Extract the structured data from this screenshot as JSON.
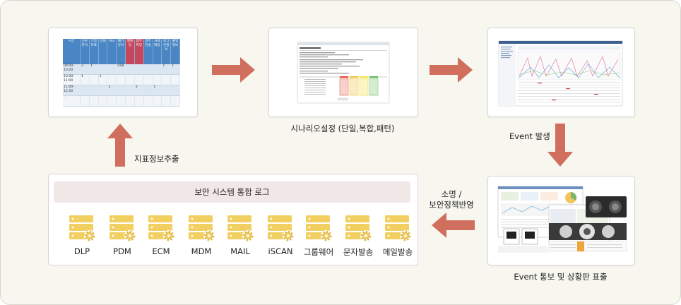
{
  "colors": {
    "arrow": "#d06f5e",
    "server": "#f2cf61",
    "table_header": "#4a86c4",
    "table_header_alert": "#c6475c"
  },
  "labels": {
    "scenario": "시나리오설정 (단일,복합,패턴)",
    "event": "Event 발생",
    "dashboard": "Event 통보 및 상황판 표출",
    "extract": "지표정보추출",
    "policy_line1": "소명 /",
    "policy_line2": "보안정책반영"
  },
  "log": {
    "title": "보안 시스템 통합 로그",
    "systems": [
      "DLP",
      "PDM",
      "ECM",
      "MDM",
      "MAIL",
      "iSCAN",
      "그룹웨어",
      "문자발송",
      "메일발송"
    ]
  },
  "table": {
    "headers": [
      "시간",
      "신규문서",
      "기밀자료",
      "인쇄",
      "Fax",
      "폐기문서",
      "웹메일",
      "첨부파일",
      "외부전송",
      "사내메일",
      "로그인정보",
      "출입정보"
    ],
    "rows": [
      [
        "09:00-10:00",
        "2",
        "1",
        "",
        "",
        "US8",
        "",
        "",
        "",
        "",
        "1",
        "1"
      ],
      [
        "10:00-11:00",
        "1",
        "",
        "1",
        "",
        "",
        "",
        "",
        "",
        "",
        "",
        ""
      ],
      [
        "11:00-12:00",
        "",
        "",
        "",
        "1",
        "",
        "",
        "2",
        "",
        "1",
        "",
        ""
      ],
      [
        "...",
        "",
        "",
        "",
        "",
        "",
        "",
        "",
        "",
        "",
        "",
        ""
      ]
    ]
  }
}
